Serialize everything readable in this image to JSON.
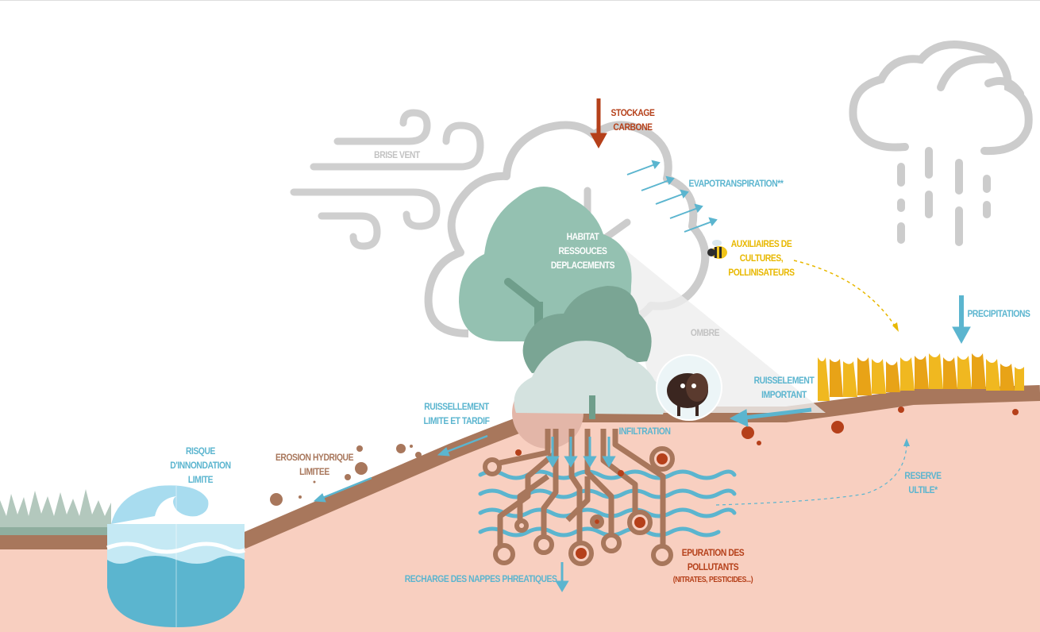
{
  "labels": {
    "brise_vent": "BRISE VENT",
    "stockage_carbone": [
      "STOCKAGE",
      "CARBONE"
    ],
    "evapotranspiration": "EVAPOTRANSPIRATION**",
    "habitat": [
      "HABITAT",
      "RESSOUCES",
      "DEPLACEMENTS"
    ],
    "auxiliaires": [
      "AUXILIAIRES DE",
      "CULTURES,",
      "POLLINISATEURS"
    ],
    "ombre": "OMBRE",
    "precipitations": "PRECIPITATIONS",
    "ruissellement_important": [
      "RUISSELEMENT",
      "IMPORTANT"
    ],
    "ruissellement_limite": [
      "RUISSELLEMENT",
      "LIMITE ET TARDIF"
    ],
    "infiltration": "INFILTRATION",
    "risque_innondation": [
      "RISQUE",
      "D'INNONDATION",
      "LIMITE"
    ],
    "erosion": [
      "EROSION HYDRIQUE",
      "LIMITEE"
    ],
    "reserve_utile": [
      "RESERVE",
      "ULTILE*"
    ],
    "epuration": [
      "EPURATION DES",
      "POLLUTANTS"
    ],
    "epuration_detail": "(NITRATES, PESTICIDES...)",
    "recharge": "RECHARGE DES NAPPES PHREATIQUES"
  },
  "colors": {
    "soil_fill": "#f8cfc0",
    "soil_line": "#a8775c",
    "cloud_gray": "#c9c9c9",
    "label_gray": "#c2c2c2",
    "water_blue": "#5bb5cf",
    "carbon_red": "#b5401a",
    "yellow": "#e8b800",
    "tree_green": "#94c1b1",
    "tree_dark": "#6f9e8b",
    "wheat": "#f0b820"
  }
}
